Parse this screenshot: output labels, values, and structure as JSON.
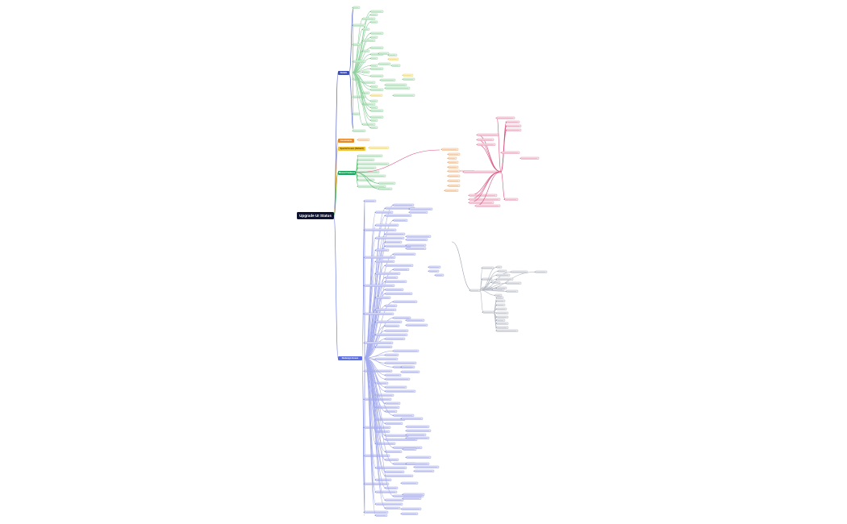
{
  "root": {
    "label": "Upgrade UI Status"
  },
  "branches": [
    {
      "id": "b1",
      "label": "Details",
      "color": "#3d4eb8"
    },
    {
      "id": "b2",
      "label": "Constraints",
      "color": "#e58a2a"
    },
    {
      "id": "b3",
      "label": "Special Issues (Default)",
      "color": "#f1c232"
    },
    {
      "id": "b4",
      "label": "Shared Features",
      "color": "#16a65c"
    },
    {
      "id": "b5",
      "label": "Redesign Issues",
      "color": "#5d6ee0"
    }
  ],
  "colors": {
    "purple": "#6b74d8",
    "green": "#33b55b",
    "orange": "#ec9a3b",
    "pink": "#d9537f",
    "yellow": "#e8c22e",
    "grey": "#9aa0ad"
  }
}
